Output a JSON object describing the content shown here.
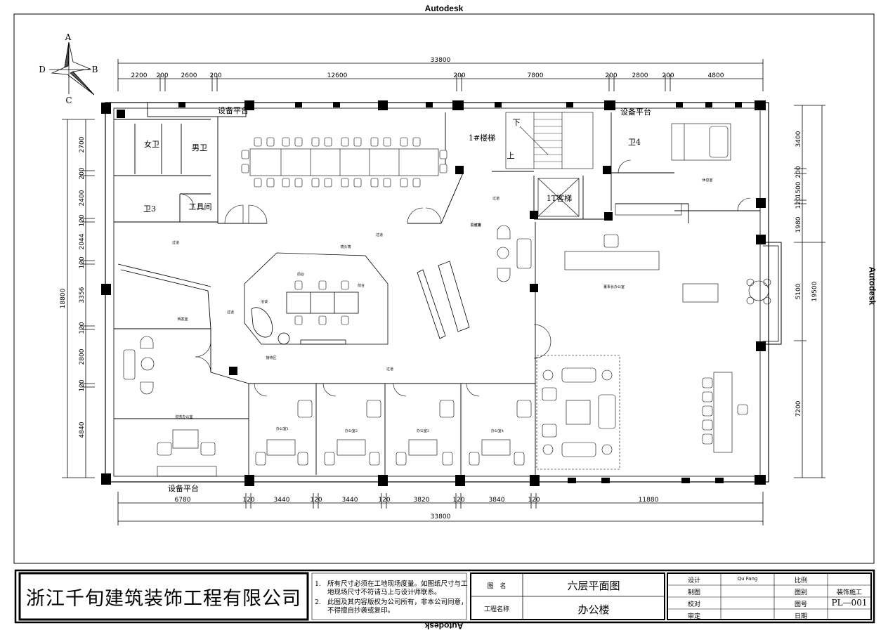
{
  "watermark": "Autodesk",
  "compass": {
    "a": "A",
    "b": "B",
    "c": "C",
    "d": "D"
  },
  "dims_top": {
    "total": "33800",
    "segments": [
      "2200",
      "200",
      "2600",
      "200",
      "12600",
      "200",
      "7800",
      "200",
      "2800",
      "200",
      "4800"
    ]
  },
  "dims_bottom": {
    "total": "33800",
    "segments": [
      "6780",
      "120",
      "3440",
      "120",
      "3440",
      "120",
      "3820",
      "120",
      "3840",
      "120",
      "11880"
    ]
  },
  "dims_left": {
    "total": "18800",
    "segments": [
      "2700",
      "200",
      "2400",
      "120",
      "2044",
      "120",
      "3356",
      "120",
      "2800",
      "120",
      "4840"
    ]
  },
  "dims_right": {
    "total": "19500",
    "segments": [
      "3400",
      "200",
      "1500",
      "120",
      "1980",
      "5100",
      "7200"
    ]
  },
  "rooms": {
    "equip_top_left": "设备平台",
    "equip_top_right": "设备平台",
    "equip_bottom": "设备平台",
    "women_wc": "女卫",
    "men_wc": "男卫",
    "wc3": "卫3",
    "wc4": "卫4",
    "tool_room": "工具间",
    "stair": "1#楼梯",
    "stair_down": "下",
    "stair_up": "上",
    "elevator": "1T客梯",
    "corridor": "过道",
    "corridor2": "过道",
    "corridor3": "过道",
    "corridor4": "过道",
    "corridor5": "过道",
    "corridor6": "过道",
    "finance": "财务办公室",
    "office1": "办公室1",
    "office2": "办公室2",
    "office3": "办公室3",
    "office4": "办公室4",
    "chairman": "董事长办公室",
    "rest": "休息室",
    "archive": "档案室",
    "reception": "接待区",
    "lobby": "前台",
    "small1": "镜头墙",
    "small2": "洽谈",
    "small3": "前台",
    "small4": "展示墙"
  },
  "titleblock": {
    "company": "浙江千旬建筑装饰工程有限公司",
    "note1_num": "1.",
    "note1_l1": "所有尺寸必须在工地现场度量。如图纸尺寸与工",
    "note1_l2": "地现场尺寸不符请马上与设计师联系。",
    "note2_num": "2.",
    "note2_l1": "此图及其内容版权为公司所有，非本公司同意，",
    "note2_l2": "不得擅自抄袭或复印。",
    "drawing_name_label": "图　名",
    "drawing_name": "六层平面图",
    "project_label": "工程名称",
    "project": "办公楼",
    "design_label": "设计",
    "designer": "Qu Fang",
    "draw_label": "制图",
    "check_label": "校对",
    "review_label": "审定",
    "scale_label": "比例",
    "category_label": "图别",
    "category": "装饰施工",
    "number_label": "图号",
    "number": "PL—001",
    "date_label": "日期"
  }
}
